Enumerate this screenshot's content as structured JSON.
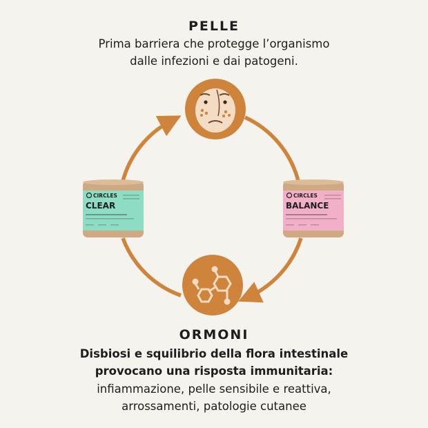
{
  "top": {
    "title": "PELLE",
    "line1": "Prima barriera che protegge l’organismo",
    "line2": "dalle infezioni e dai patogeni."
  },
  "bottom": {
    "title": "ORMONI",
    "bold1": "Disbiosi e squilibrio della flora intestinale",
    "bold2": "provocano una risposta immunitaria:",
    "line1": "infiammazione, pelle sensibile e reattiva,",
    "line2": "arrossamenti, patologie cutanee"
  },
  "products": {
    "left": {
      "brand": "CIRCLES",
      "name": "CLEAR"
    },
    "right": {
      "brand": "CIRCLES",
      "name": "BALANCE"
    }
  },
  "icons": {
    "top": "face-icon",
    "bottom": "molecule-icon"
  },
  "colors": {
    "accent": "#cf843c",
    "background": "#f5f3ee",
    "icon_fill": "#f4dcc4",
    "clear_label": "#8fdcc4",
    "balance_label": "#f2b0c8"
  }
}
